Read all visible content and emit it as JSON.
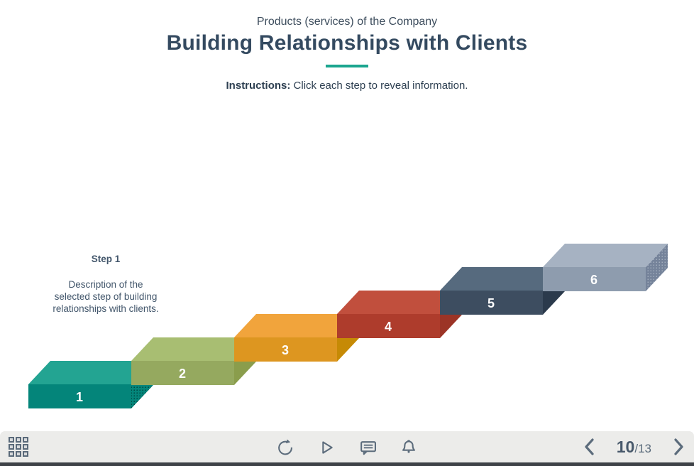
{
  "header": {
    "subtitle": "Products (services) of the Company",
    "title": "Building Relationships with Clients",
    "title_color": "#344A60",
    "accent_color": "#1BA68F",
    "instructions_label": "Instructions:",
    "instructions_text": " Click each step to reveal information."
  },
  "step_panel": {
    "title": "Step 1",
    "description": "Description of the selected step of building relationships with clients."
  },
  "staircase": {
    "dot_dark": "#003F38",
    "dot_light": "#B6C0CC",
    "steps": [
      {
        "label": "1",
        "color_top": "#23A492",
        "color_front": "#04857A",
        "color_side": "#04857A"
      },
      {
        "label": "2",
        "color_top": "#A8BE72",
        "color_front": "#95A95F",
        "color_side": "#8A9D4C"
      },
      {
        "label": "3",
        "color_top": "#F1A43C",
        "color_front": "#DD9620",
        "color_side": "#C68A05"
      },
      {
        "label": "4",
        "color_top": "#C14F3D",
        "color_front": "#AE3C2C",
        "color_side": "#9C3426"
      },
      {
        "label": "5",
        "color_top": "#566A7E",
        "color_front": "#3D4D60",
        "color_side": "#2B3A4C"
      },
      {
        "label": "6",
        "color_top": "#A6B2C2",
        "color_front": "#8E9CAE",
        "color_side": "#75839A"
      }
    ],
    "number_color": "#FFFFFF"
  },
  "player_bar": {
    "bar_color": "#ECECEA",
    "strip_color": "#3E4247",
    "icon_color": "#5C6C7C",
    "icons": [
      "menu-grid",
      "refresh",
      "play",
      "comment",
      "bell"
    ],
    "page_current": "10",
    "page_divider": "/",
    "page_total": "13"
  }
}
